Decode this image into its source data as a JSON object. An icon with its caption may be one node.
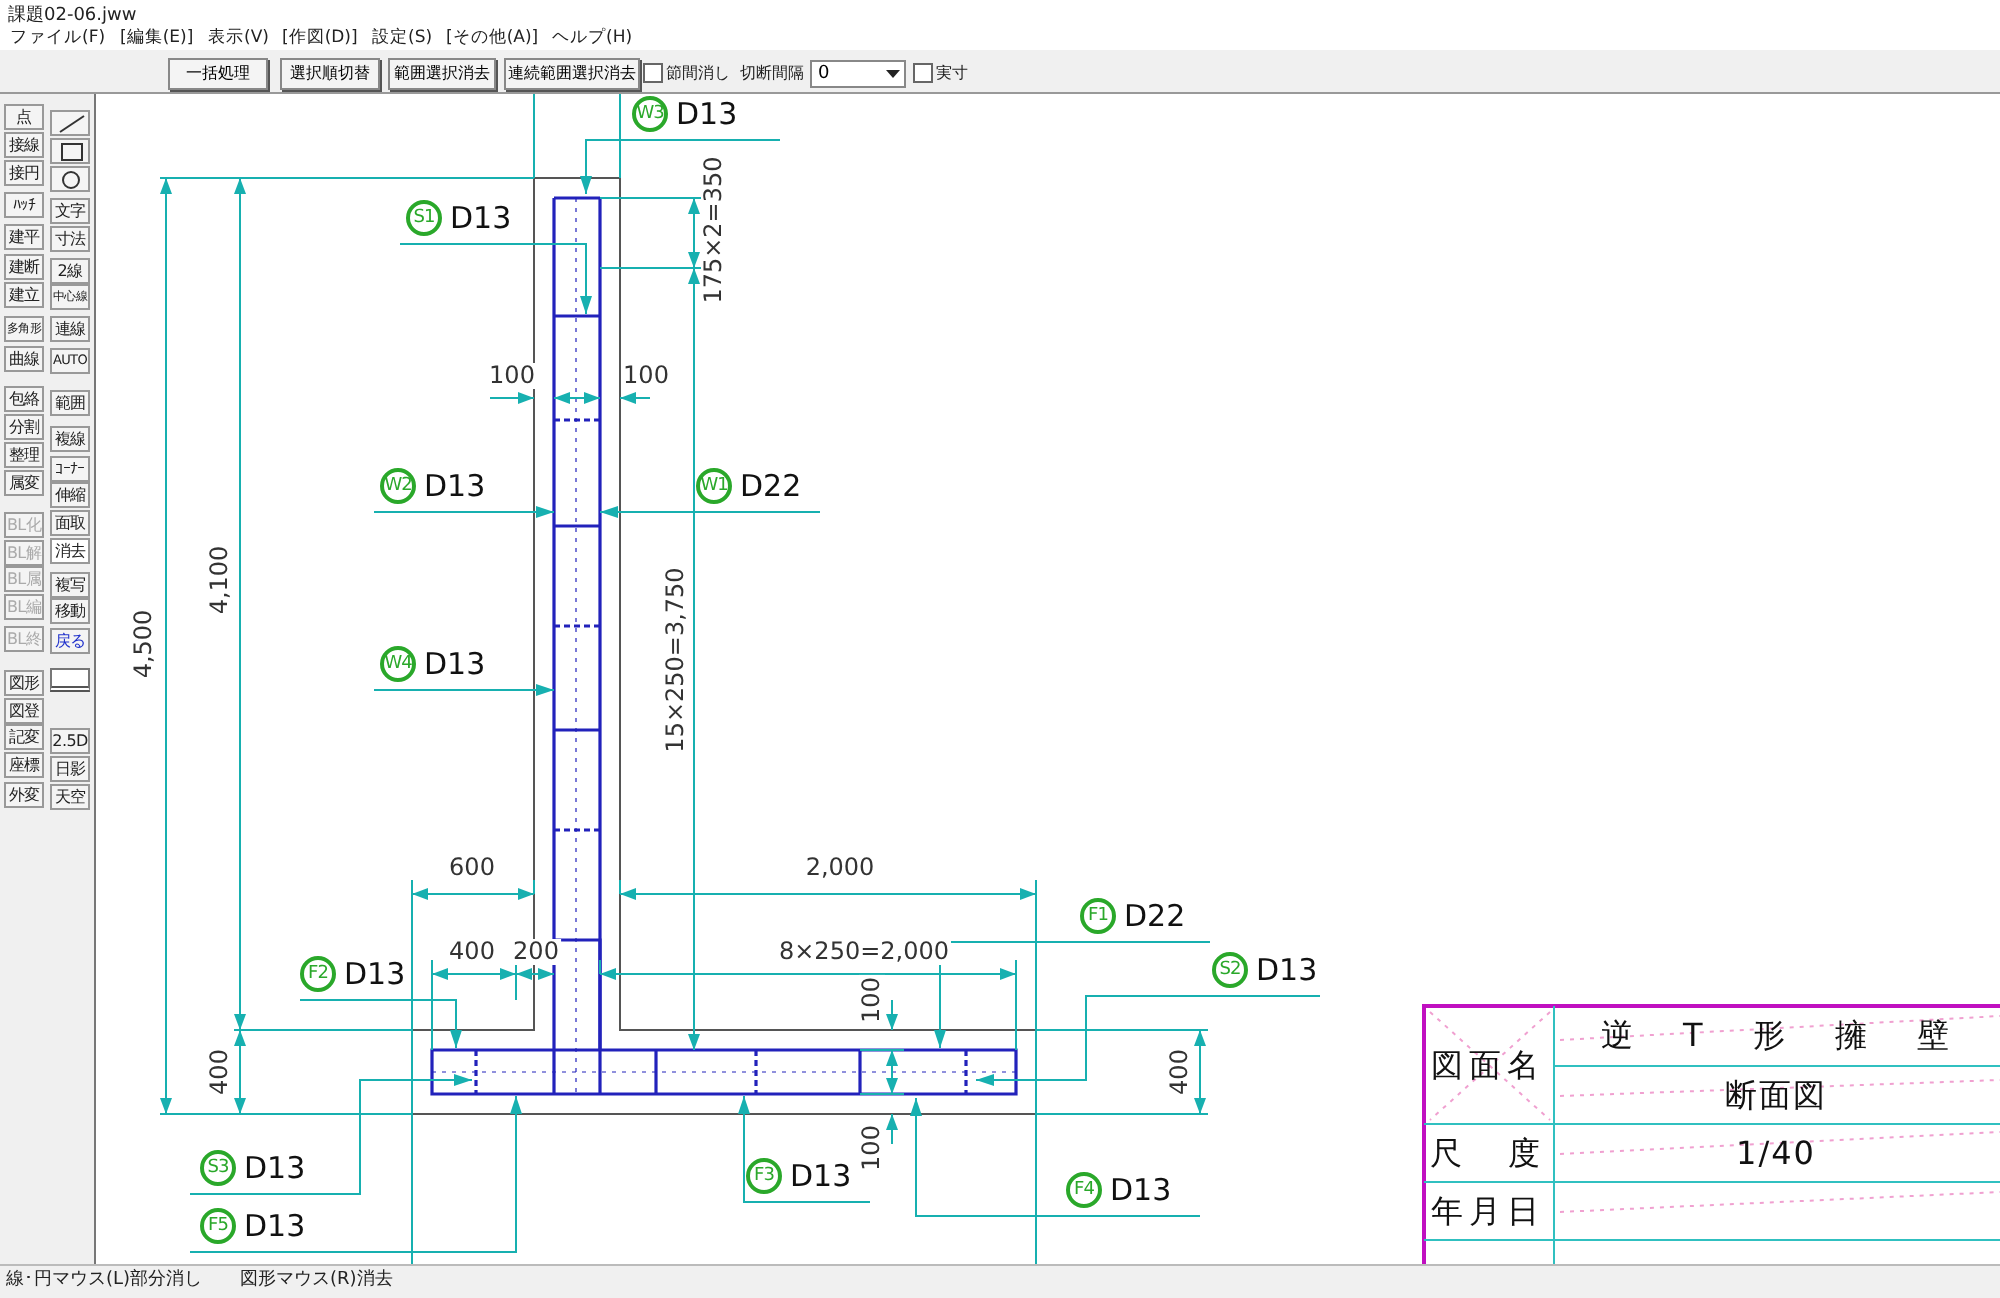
{
  "diagram": {
    "nodes": [
      {
        "text": [
          "W3",
          "D13"
        ]
      },
      {
        "text": [
          "S1",
          "D13"
        ]
      },
      {
        "text": [
          "W2",
          "D13"
        ]
      },
      {
        "text": [
          "W1",
          "D22"
        ]
      },
      {
        "text": [
          "W4",
          "D13"
        ]
      },
      {
        "text": [
          "F1",
          "D22"
        ]
      },
      {
        "text": [
          "F2",
          "D13"
        ]
      },
      {
        "text": [
          "S2",
          "D13"
        ]
      },
      {
        "text": [
          "S3",
          "D13"
        ]
      },
      {
        "text": [
          "F5",
          "D13"
        ]
      },
      {
        "text": [
          "F3",
          "D13"
        ]
      },
      {
        "text": [
          "F4",
          "D13"
        ]
      }
    ],
    "edges": [
      {
        "from": 0,
        "to": null,
        "arrow": "to"
      },
      {
        "from": 1,
        "to": null,
        "arrow": "to"
      },
      {
        "from": 2,
        "to": null,
        "arrow": "to"
      },
      {
        "from": 3,
        "to": null,
        "arrow": "to"
      },
      {
        "from": 4,
        "to": null,
        "arrow": "to"
      },
      {
        "from": 5,
        "to": null,
        "arrow": "to"
      },
      {
        "from": 6,
        "to": null,
        "arrow": "to"
      },
      {
        "from": 7,
        "to": null,
        "arrow": "to"
      },
      {
        "from": 8,
        "to": null,
        "arrow": "to"
      },
      {
        "from": 9,
        "to": null,
        "arrow": "to"
      },
      {
        "from": 10,
        "to": null,
        "arrow": "to"
      },
      {
        "from": 11,
        "to": null,
        "arrow": "to"
      }
    ],
    "labels": [
      "課題02-06.jww",
      "ファイル(F)",
      "[編集(E)]",
      "表示(V)",
      "[作図(D)]",
      "設定(S)",
      "[その他(A)]",
      "ヘルプ(H)",
      "一括処理",
      "選択順切替",
      "範囲選択消去",
      "連続範囲選択消去",
      "節間消し",
      "切断間隔",
      "0",
      "実寸",
      "点",
      "接線",
      "接円",
      "ﾊｯﾁ",
      "建平",
      "建断",
      "建立",
      "多角形",
      "曲線",
      "包絡",
      "分割",
      "整理",
      "属変",
      "BL化",
      "BL解",
      "BL属",
      "BL編",
      "BL終",
      "図形",
      "図登",
      "記変",
      "座標",
      "外変",
      "文字",
      "寸法",
      "2線",
      "中心線",
      "連線",
      "AUTO",
      "範囲",
      "複線",
      "ｺｰﾅｰ",
      "伸縮",
      "面取",
      "消去",
      "複写",
      "移動",
      "戻る",
      "2.5D",
      "日影",
      "天空",
      "4,500",
      "4,100",
      "175×2=350",
      "100",
      "100",
      "15×250=3,750",
      "600",
      "2,000",
      "400",
      "200",
      "8×250=2,000",
      "100",
      "400",
      "400",
      "100",
      "図面名",
      "逆 T 形 擁 壁",
      "断面図",
      "尺 度",
      "1/40",
      "年月日",
      "線･円マウス(L)部分消し",
      "図形マウス(R)消去"
    ]
  }
}
